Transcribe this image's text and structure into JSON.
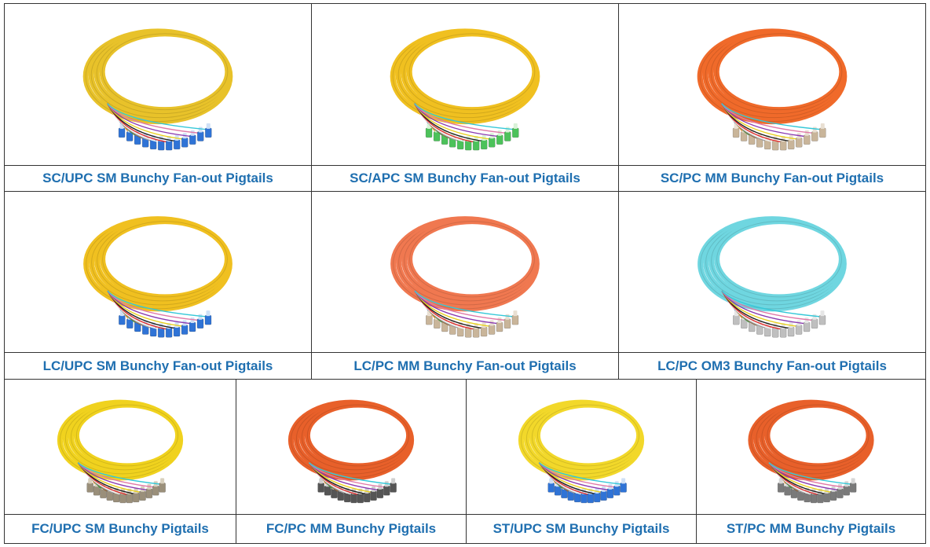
{
  "products": [
    {
      "caption": "SC/UPC SM Bunchy Fan-out Pigtails",
      "image": "pigtail-sc-upc-sm",
      "coil_color": "#e8c22a",
      "connector_color": "#2f73d6",
      "boot_color": "#cfe0f6"
    },
    {
      "caption": "SC/APC SM Bunchy Fan-out Pigtails",
      "image": "pigtail-sc-apc-sm",
      "coil_color": "#f0c020",
      "connector_color": "#4cc25a",
      "boot_color": "#d9f2d8"
    },
    {
      "caption": "SC/PC MM Bunchy Fan-out Pigtails",
      "image": "pigtail-sc-pc-mm",
      "coil_color": "#f06a2a",
      "connector_color": "#c9b59a",
      "boot_color": "#e9dfd2"
    },
    {
      "caption": "LC/UPC SM Bunchy Fan-out Pigtails",
      "image": "pigtail-lc-upc-sm",
      "coil_color": "#f0c020",
      "connector_color": "#2f73d6",
      "boot_color": "#cfe0f6"
    },
    {
      "caption": "LC/PC MM Bunchy Fan-out Pigtails",
      "image": "pigtail-lc-pc-mm",
      "coil_color": "#f07850",
      "connector_color": "#c9b59a",
      "boot_color": "#e9dfd2"
    },
    {
      "caption": "LC/PC OM3 Bunchy Fan-out Pigtails",
      "image": "pigtail-lc-pc-om3",
      "coil_color": "#6fd6e0",
      "connector_color": "#bfbfbf",
      "boot_color": "#e6e6e6"
    },
    {
      "caption": "FC/UPC SM Bunchy Pigtails",
      "image": "pigtail-fc-upc-sm",
      "coil_color": "#f0d21e",
      "connector_color": "#9a8f7a",
      "boot_color": "#d8d0be"
    },
    {
      "caption": "FC/PC MM Bunchy Pigtails",
      "image": "pigtail-fc-pc-mm",
      "coil_color": "#e8602a",
      "connector_color": "#555555",
      "boot_color": "#cfcfcf"
    },
    {
      "caption": "ST/UPC SM Bunchy Pigtails",
      "image": "pigtail-st-upc-sm",
      "coil_color": "#f2d82a",
      "connector_color": "#2f73d6",
      "boot_color": "#cfe0f6"
    },
    {
      "caption": "ST/PC MM Bunchy Pigtails",
      "image": "pigtail-st-pc-mm",
      "coil_color": "#e8602a",
      "connector_color": "#7a7a7a",
      "boot_color": "#d6d6d6"
    }
  ]
}
